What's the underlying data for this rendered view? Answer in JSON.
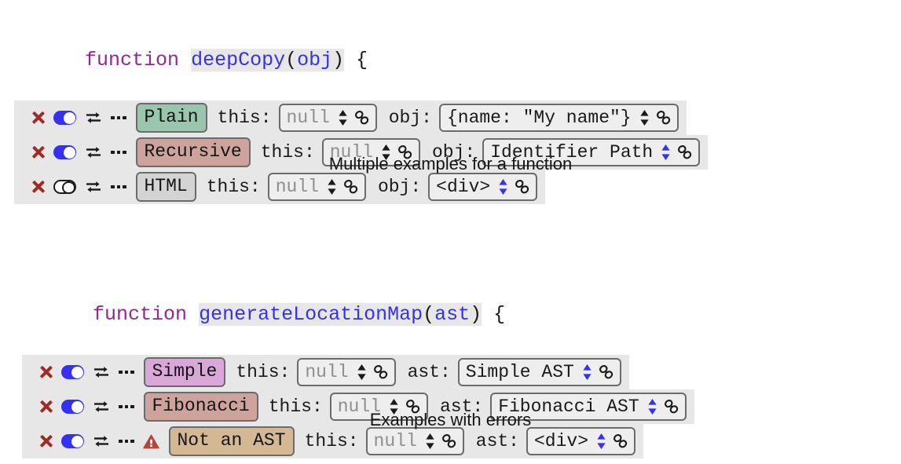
{
  "blocks": [
    {
      "id": "deep-copy",
      "signature": {
        "keyword": "function",
        "name": "deepCopy",
        "open_paren": "(",
        "param": "obj",
        "close_paren": ")",
        "brace": " {"
      },
      "rows": [
        {
          "delete_icon": "close-x-icon",
          "toggle": "on",
          "toggle_icon": "toggle-on-icon",
          "swap_icon": "swap-arrows-icon",
          "more_icon": "more-options-icon",
          "warning": false,
          "chip": "Plain",
          "chip_color": "#9ac6ae",
          "args": [
            {
              "label": "this:",
              "value": "null",
              "muted": true,
              "spinner_color": "#1a1a1a",
              "spinner_icon": "sort-updown-icon",
              "link_icon": "chain-link-icon"
            },
            {
              "label": "obj:",
              "value": "{name: \"My name\"}",
              "muted": false,
              "spinner_color": "#1a1a1a",
              "spinner_icon": "sort-updown-icon",
              "link_icon": "chain-link-icon"
            }
          ]
        },
        {
          "delete_icon": "close-x-icon",
          "toggle": "on",
          "toggle_icon": "toggle-on-icon",
          "swap_icon": "swap-arrows-icon",
          "more_icon": "more-options-icon",
          "warning": false,
          "chip": "Recursive",
          "chip_color": "#cfa39d",
          "args": [
            {
              "label": "this:",
              "value": "null",
              "muted": true,
              "spinner_color": "#1a1a1a",
              "spinner_icon": "sort-updown-icon",
              "link_icon": "chain-link-icon"
            },
            {
              "label": "obj:",
              "value": "Identifier Path",
              "muted": false,
              "spinner_color": "#3531ee",
              "spinner_icon": "sort-updown-icon",
              "link_icon": "chain-link-icon"
            }
          ]
        },
        {
          "delete_icon": "close-x-icon",
          "toggle": "off",
          "toggle_icon": "toggle-off-icon",
          "swap_icon": "swap-arrows-icon",
          "more_icon": "more-options-icon",
          "warning": false,
          "chip": "HTML",
          "chip_color": "#d4d4d4",
          "args": [
            {
              "label": "this:",
              "value": "null",
              "muted": true,
              "spinner_color": "#1a1a1a",
              "spinner_icon": "sort-updown-icon",
              "link_icon": "chain-link-icon"
            },
            {
              "label": "obj:",
              "value": "<div>",
              "muted": false,
              "spinner_color": "#3531ee",
              "spinner_icon": "sort-updown-icon",
              "link_icon": "chain-link-icon"
            }
          ]
        }
      ],
      "caption": "Multiple examples for a function"
    },
    {
      "id": "generate-location-map",
      "signature": {
        "keyword": "function",
        "name": "generateLocationMap",
        "open_paren": "(",
        "param": "ast",
        "close_paren": ")",
        "brace": " {"
      },
      "rows": [
        {
          "delete_icon": "close-x-icon",
          "toggle": "on",
          "toggle_icon": "toggle-on-icon",
          "swap_icon": "swap-arrows-icon",
          "more_icon": "more-options-icon",
          "warning": false,
          "chip": "Simple",
          "chip_color": "#d9a8d8",
          "args": [
            {
              "label": "this:",
              "value": "null",
              "muted": true,
              "spinner_color": "#1a1a1a",
              "spinner_icon": "sort-updown-icon",
              "link_icon": "chain-link-icon"
            },
            {
              "label": "ast:",
              "value": "Simple AST",
              "muted": false,
              "spinner_color": "#3531ee",
              "spinner_icon": "sort-updown-icon",
              "link_icon": "chain-link-icon"
            }
          ]
        },
        {
          "delete_icon": "close-x-icon",
          "toggle": "on",
          "toggle_icon": "toggle-on-icon",
          "swap_icon": "swap-arrows-icon",
          "more_icon": "more-options-icon",
          "warning": false,
          "chip": "Fibonacci",
          "chip_color": "#cfa39d",
          "args": [
            {
              "label": "this:",
              "value": "null",
              "muted": true,
              "spinner_color": "#1a1a1a",
              "spinner_icon": "sort-updown-icon",
              "link_icon": "chain-link-icon"
            },
            {
              "label": "ast:",
              "value": "Fibonacci AST",
              "muted": false,
              "spinner_color": "#3531ee",
              "spinner_icon": "sort-updown-icon",
              "link_icon": "chain-link-icon"
            }
          ]
        },
        {
          "delete_icon": "close-x-icon",
          "toggle": "on",
          "toggle_icon": "toggle-on-icon",
          "swap_icon": "swap-arrows-icon",
          "more_icon": "more-options-icon",
          "warning": true,
          "warning_icon": "error-warning-triangle-icon",
          "warning_color": "#b4463f",
          "chip": "Not an AST",
          "chip_color": "#d4b894",
          "args": [
            {
              "label": "this:",
              "value": "null",
              "muted": true,
              "spinner_color": "#1a1a1a",
              "spinner_icon": "sort-updown-icon",
              "link_icon": "chain-link-icon"
            },
            {
              "label": "ast:",
              "value": "<div>",
              "muted": false,
              "spinner_color": "#3531ee",
              "spinner_icon": "sort-updown-icon",
              "link_icon": "chain-link-icon"
            }
          ]
        }
      ],
      "caption": "Examples with errors"
    }
  ],
  "theme": {
    "row_background": "#e7e7e7",
    "keyword_color": "#93278f",
    "identifier_color": "#3531e8",
    "delete_color": "#9e2b25",
    "toggle_on_color": "#3531ee"
  }
}
